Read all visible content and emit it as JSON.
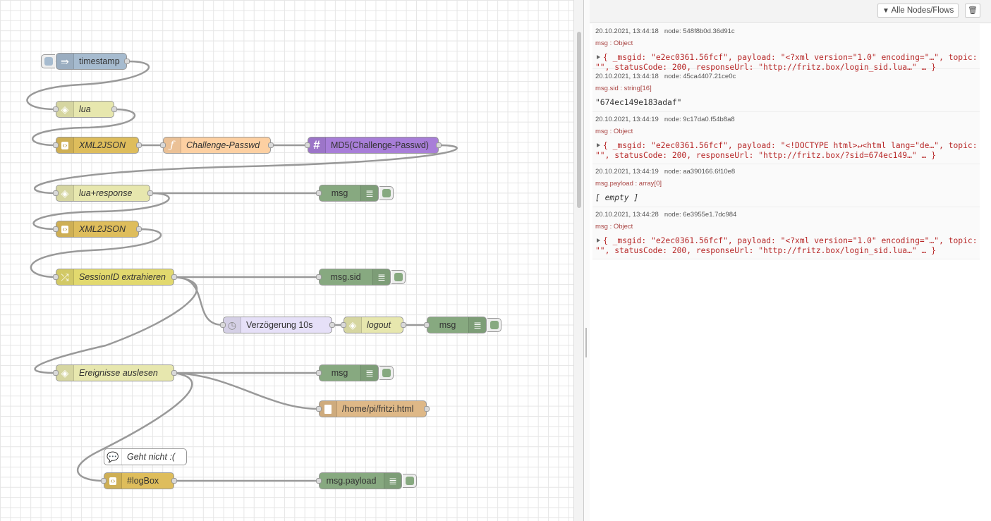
{
  "flow": {
    "nodes": [
      {
        "id": "timestamp",
        "label": "timestamp",
        "type": "inject"
      },
      {
        "id": "lua",
        "label": "lua",
        "type": "http"
      },
      {
        "id": "xml2json1",
        "label": "XML2JSON",
        "type": "xml"
      },
      {
        "id": "challenge",
        "label": "Challenge-Passwd",
        "type": "function"
      },
      {
        "id": "md5",
        "label": "MD5(Challenge-Passwd)",
        "type": "hash"
      },
      {
        "id": "luaresp",
        "label": "lua+response",
        "type": "http"
      },
      {
        "id": "debug1",
        "label": "msg",
        "type": "debug"
      },
      {
        "id": "xml2json2",
        "label": "XML2JSON",
        "type": "xml"
      },
      {
        "id": "session",
        "label": "SessionID extrahieren",
        "type": "change"
      },
      {
        "id": "debug2",
        "label": "msg.sid",
        "type": "debug"
      },
      {
        "id": "delay",
        "label": "Verzögerung 10s",
        "type": "delay"
      },
      {
        "id": "logout",
        "label": "logout",
        "type": "http"
      },
      {
        "id": "debug3",
        "label": "msg",
        "type": "debug"
      },
      {
        "id": "ereignisse",
        "label": "Ereignisse auslesen",
        "type": "http"
      },
      {
        "id": "debug4",
        "label": "msg",
        "type": "debug"
      },
      {
        "id": "file",
        "label": "/home/pi/fritzi.html",
        "type": "file"
      },
      {
        "id": "comment",
        "label": "Geht nicht :(",
        "type": "comment"
      },
      {
        "id": "logbox",
        "label": "#logBox",
        "type": "template"
      },
      {
        "id": "debug5",
        "label": "msg.payload",
        "type": "debug"
      }
    ]
  },
  "sidebar": {
    "filter_label": "Alle Nodes/Flows",
    "clear_icon": "trash-icon",
    "messages": [
      {
        "time": "20.10.2021, 13:44:18",
        "node": "node: 548f8b0d.36d91c",
        "topic": "msg : Object",
        "line1": "{ _msgid: \"e2ec0361.56fcf\", payload: \"<?xml version=\"1.0\" encoding=\"…\", topic:",
        "line2": "\"\", statusCode: 200, responseUrl: \"http://fritz.box/login_sid.lua…\" … }"
      },
      {
        "time": "20.10.2021, 13:44:18",
        "node": "node: 45ca4407.21ce0c",
        "topic": "msg.sid : string[16]",
        "line1": "\"674ec149e183adaf\"",
        "line2": ""
      },
      {
        "time": "20.10.2021, 13:44:19",
        "node": "node: 9c17da0.f54b8a8",
        "topic": "msg : Object",
        "line1": "{ _msgid: \"e2ec0361.56fcf\", payload: \"<!DOCTYPE html>↵<html lang=\"de…\", topic:",
        "line2": "\"\", statusCode: 200, responseUrl: \"http://fritz.box/?sid=674ec149…\" … }"
      },
      {
        "time": "20.10.2021, 13:44:19",
        "node": "node: aa390166.6f10e8",
        "topic": "msg.payload : array[0]",
        "line1": "[ empty ]",
        "line2": ""
      },
      {
        "time": "20.10.2021, 13:44:28",
        "node": "node: 6e3955e1.7dc984",
        "topic": "msg : Object",
        "line1": "{ _msgid: \"e2ec0361.56fcf\", payload: \"<?xml version=\"1.0\" encoding=\"…\", topic:",
        "line2": "\"\", statusCode: 200, responseUrl: \"http://fritz.box/login_sid.lua…\" … }"
      }
    ]
  },
  "colors": {
    "inject": "#a6bbcf",
    "http": "#e7e7ae",
    "xml": "#dEbd5c",
    "function": "#fdd0a2",
    "hash": "#a87ed8",
    "debug": "#87a980",
    "change": "#e2d96e",
    "delay": "#e6e0f8",
    "file": "#deb887",
    "comment": "#ffffff",
    "template": "#dEbd5c"
  }
}
